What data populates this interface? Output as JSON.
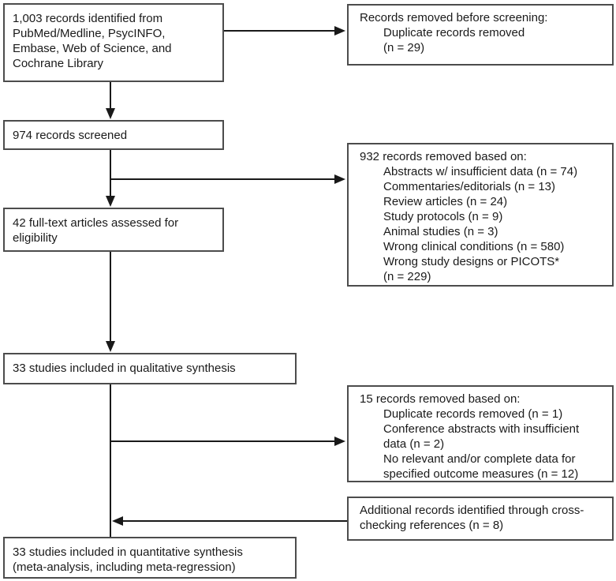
{
  "colors": {
    "bg": "#ffffff",
    "border": "#4c4c4c",
    "line": "#191919",
    "text": "#1a1a1a"
  },
  "boxes": {
    "identified": {
      "lines": [
        "1,003 records identified from",
        "PubMed/Medline, PsycINFO,",
        "Embase, Web of Science, and",
        "Cochrane Library"
      ]
    },
    "removed_before_screening": {
      "header": "Records removed before screening:",
      "items": [
        "Duplicate records removed",
        "(n = 29)"
      ]
    },
    "screened": {
      "lines": [
        "974 records screened"
      ]
    },
    "removed_at_screening": {
      "header": "932 records removed based on:",
      "items": [
        "Abstracts w/ insufficient data (n = 74)",
        "Commentaries/editorials (n = 13)",
        "Review articles (n = 24)",
        "Study protocols (n = 9)",
        "Animal studies (n = 3)",
        "Wrong clinical conditions (n = 580)",
        "Wrong study designs or PICOTS*",
        "(n = 229)"
      ]
    },
    "fulltext": {
      "lines": [
        "42 full-text articles assessed for",
        "eligibility"
      ]
    },
    "qualitative": {
      "lines": [
        "33 studies included in qualitative synthesis"
      ]
    },
    "removed_at_fulltext": {
      "header": "15 records removed based on:",
      "items": [
        "Duplicate records removed (n = 1)",
        "Conference abstracts with insufficient",
        "data (n = 2)",
        "No relevant and/or complete data for",
        "specified outcome measures (n = 12)"
      ]
    },
    "crosschecking": {
      "lines": [
        "Additional records identified through cross-",
        "checking references (n = 8)"
      ]
    },
    "quantitative": {
      "lines": [
        "33 studies included in quantitative synthesis",
        "(meta-analysis, including meta-regression)"
      ]
    }
  }
}
